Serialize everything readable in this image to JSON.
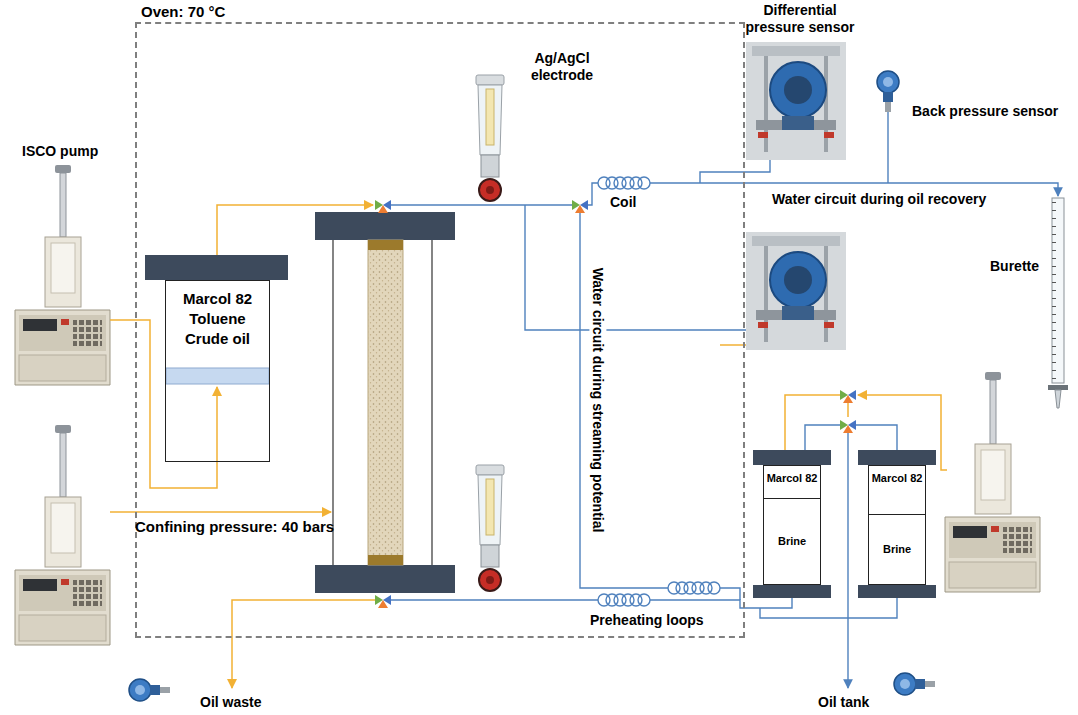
{
  "diagram": {
    "nodes": [
      {
        "text": [
          "Oven: 70 °C"
        ]
      },
      {
        "text": [
          "Marcol 82",
          "Toluene",
          "Crude oil"
        ],
        "in": 0
      },
      {
        "text": [
          "Marcol 82",
          "Brine"
        ]
      },
      {
        "text": [
          "Marcol 82",
          "Brine"
        ]
      }
    ],
    "labels": [
      "Differential pressure sensor",
      "Ag/AgCl electrode",
      "Back pressure sensor",
      "ISCO pump",
      "Coil",
      "Water circuit during oil recovery",
      "Water circuit during streaming potential",
      "Burette",
      "Confining pressure: 40 bars",
      "Preheating loops",
      "Oil waste",
      "Oil tank"
    ]
  }
}
